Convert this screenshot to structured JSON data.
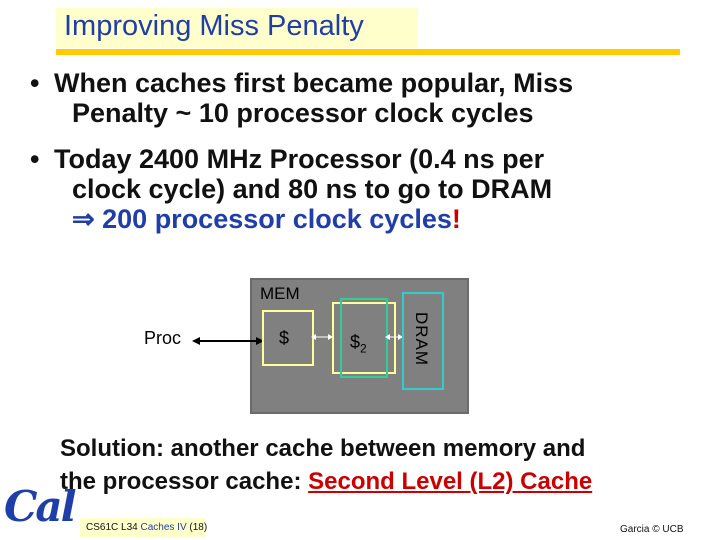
{
  "slide": {
    "title": "Improving Miss Penalty"
  },
  "bullets": [
    {
      "marker": "•",
      "line1": "When caches first became popular, Miss",
      "line2": "Penalty ~ 10 processor clock cycles"
    },
    {
      "marker": "•",
      "line1": "Today 2400 MHz Processor (0.4 ns per",
      "line2": "clock cycle) and 80 ns to go to DRAM",
      "arrow_symbol": "⇒",
      "line3": "200 processor clock cycles",
      "line3_end": "!"
    }
  ],
  "diagram": {
    "mem_label": "MEM",
    "proc_label": "Proc",
    "cache_label": "$",
    "l2_label_main": "$",
    "l2_label_sub": "2",
    "dram_label": "DRAM"
  },
  "solution": {
    "line1": "Solution: another cache between memory and",
    "line2_prefix": "the processor cache: ",
    "line2_highlight": "Second Level (L2) Cache"
  },
  "footer": {
    "logo_text": "Cal",
    "course": "CS61C L34 ",
    "topic": "Caches IV",
    "slide_number": " (18)",
    "credit": "Garcia © UCB"
  },
  "colors": {
    "title_blue": "#1f3ea8",
    "title_bg": "#ffffcc",
    "rule_yellow": "#ffcc00",
    "accent_red": "#cc0000",
    "mem_gray": "#808080",
    "dram_border": "#33cccc"
  }
}
